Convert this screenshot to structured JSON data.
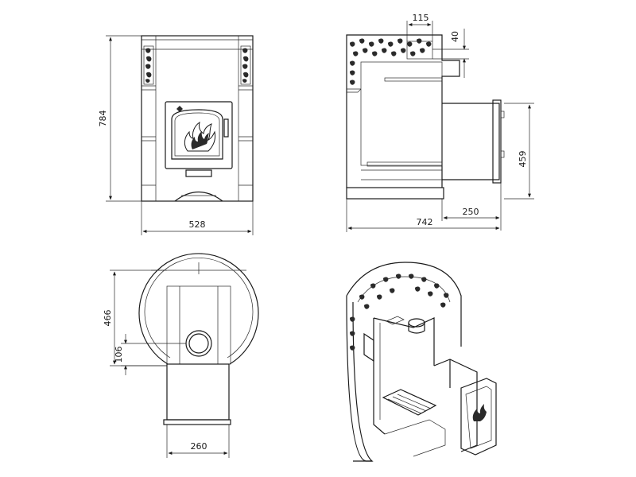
{
  "drawing": {
    "front_view": {
      "width_label": "528",
      "height_label": "784"
    },
    "side_view": {
      "top_offset_label": "115",
      "top_height_label": "40",
      "tunnel_height_label": "459",
      "tunnel_length_label": "250",
      "total_depth_label": "742"
    },
    "top_view": {
      "depth_label": "466",
      "flue_offset_label": "106",
      "tunnel_width_label": "260"
    }
  }
}
